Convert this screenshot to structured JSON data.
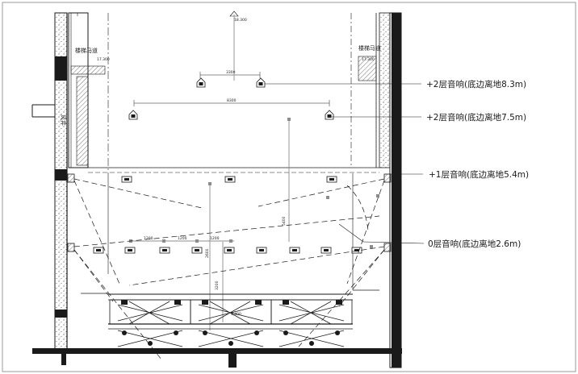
{
  "callouts": {
    "level2_upper": "+2层音响(底边离地8.3m)",
    "level2_lower": "+2层音响(底边离地7.5m)",
    "level1": "+1层音响(底边离地5.4m)",
    "level0": "0层音响(底边离地2.6m)"
  },
  "labels": {
    "left_room": "楼梯马道",
    "right_room": "楼梯马道",
    "shaft": "风井",
    "left_elev": "17.300",
    "right_elev": "17.300",
    "top_elev": "18.300",
    "dim_top": "3300",
    "dim_mid": "8300",
    "dim_row_a": "1200",
    "dim_row_b": "1200",
    "dim_row_c": "1200",
    "dim_vert_a": "5400",
    "dim_vert_b": "2600",
    "dim_vert_c": "3200",
    "dim_pit": "1,400"
  },
  "colors": {
    "line": "#1a1a1a",
    "guide": "#8c8c8c",
    "hatch": "#444444"
  }
}
